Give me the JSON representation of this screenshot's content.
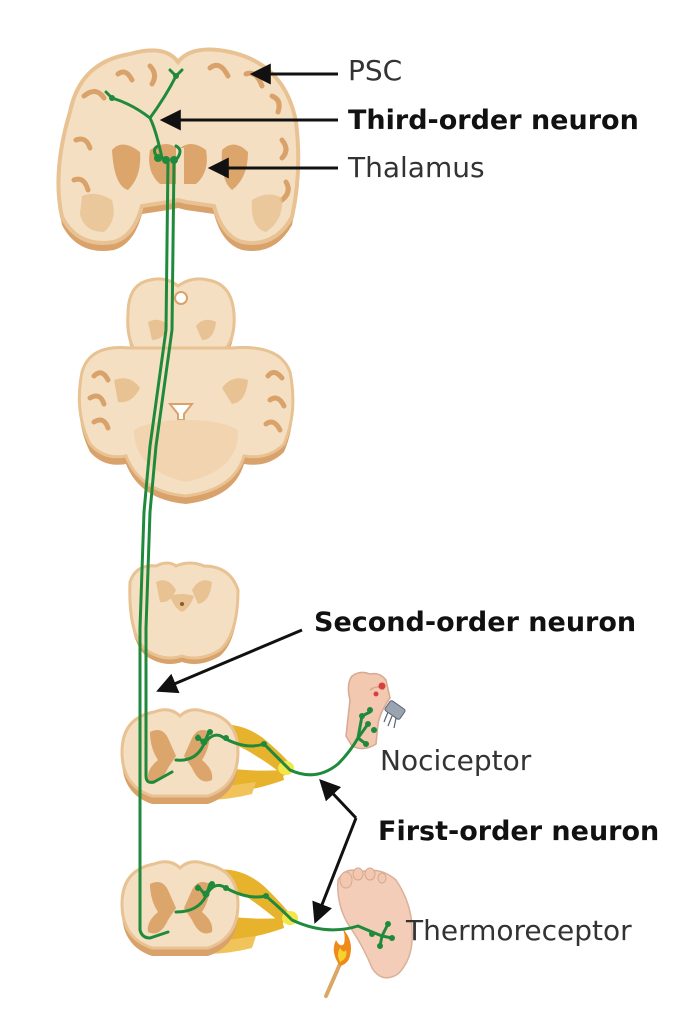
{
  "labels": {
    "psc": "PSC",
    "third_order": "Third-order neuron",
    "thalamus": "Thalamus",
    "second_order": "Second-order neuron",
    "nociceptor": "Nociceptor",
    "first_order": "First-order neuron",
    "thermoreceptor": "Thermoreceptor"
  },
  "colors": {
    "tissue_light": "#f5dfc2",
    "tissue_mid": "#e8c292",
    "tissue_dark": "#d9a26a",
    "tissue_shadow": "#c9925b",
    "gray_matter": "#dca56c",
    "neuron": "#1f8a3c",
    "ganglion": "#e7b22c",
    "receptor_tip": "#f2e64a",
    "skin": "#f2c8b0",
    "flame_outer": "#f08a1a",
    "flame_inner": "#f5d430",
    "match": "#d9a766",
    "arrow": "#111111",
    "label_regular": "#333333",
    "label_bold": "#111111"
  },
  "icons": [
    "brain-coronal-section",
    "midbrain-section",
    "pons-cerebellum-section",
    "medulla-section",
    "spinal-cord-section",
    "hand-icon",
    "pin-icon",
    "foot-icon",
    "flame-match-icon"
  ]
}
